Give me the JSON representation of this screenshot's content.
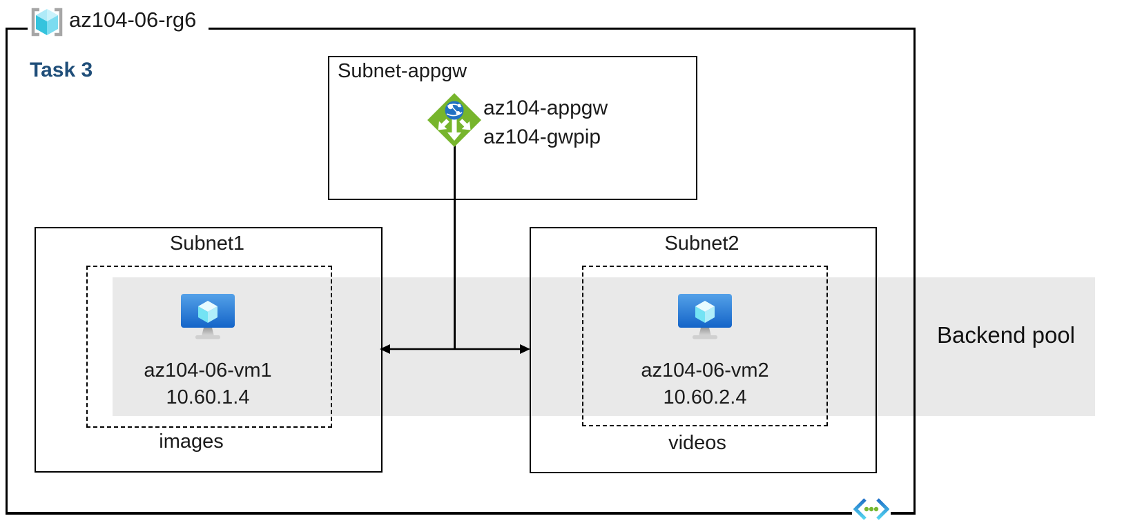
{
  "resource_group": {
    "name": "az104-06-rg6"
  },
  "task": {
    "label": "Task 3"
  },
  "appgw_subnet": {
    "label": "Subnet-appgw",
    "gateway_name": "az104-appgw",
    "public_ip_name": "az104-gwpip"
  },
  "subnet1": {
    "label": "Subnet1",
    "vm_name": "az104-06-vm1",
    "vm_ip": "10.60.1.4",
    "container_label": "images"
  },
  "subnet2": {
    "label": "Subnet2",
    "vm_name": "az104-06-vm2",
    "vm_ip": "10.60.2.4",
    "container_label": "videos"
  },
  "backend_pool": {
    "label": "Backend pool"
  },
  "icons": {
    "resource_group": "resource-group-icon",
    "application_gateway": "application-gateway-icon",
    "virtual_machine": "virtual-machine-icon",
    "virtual_network": "virtual-network-icon",
    "bidirectional_arrow": "bidirectional-arrow-icon"
  },
  "colors": {
    "task_label_blue": "#1f4e79",
    "backend_band_gray": "#e9e9e9",
    "gateway_green": "#77b52c",
    "globe_blue": "#2271c3",
    "vm_screen_top": "#54a1e8",
    "vm_screen_bottom": "#1464c8",
    "vnet_dot_green": "#76b832",
    "cube_cyan_dark": "#35c3dd",
    "line_black": "#000000"
  }
}
